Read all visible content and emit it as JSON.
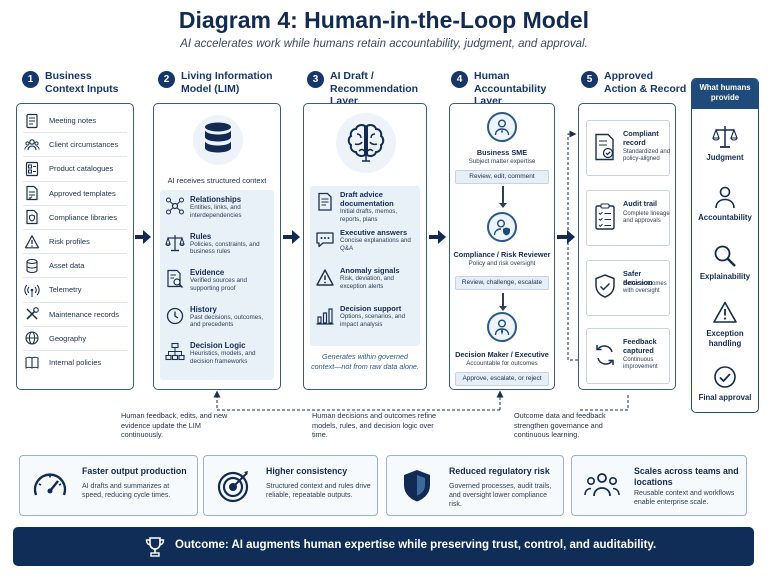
{
  "header": {
    "title": "Diagram 4: Human-in-the-Loop Model",
    "subtitle": "AI accelerates work while humans retain accountability, judgment, and approval."
  },
  "columns": [
    {
      "number": "1",
      "title": "Business Context Inputs"
    },
    {
      "number": "2",
      "title": "Living Information Model (LIM)"
    },
    {
      "number": "3",
      "title": "AI Draft / Recommendation Layer"
    },
    {
      "number": "4",
      "title": "Human Accountability Layer"
    },
    {
      "number": "5",
      "title": "Approved Action & Record"
    }
  ],
  "inputs": [
    {
      "label": "Meeting notes",
      "icon": "notes-icon"
    },
    {
      "label": "Client circumstances",
      "icon": "people-icon"
    },
    {
      "label": "Product catalogues",
      "icon": "catalogue-icon"
    },
    {
      "label": "Approved templates",
      "icon": "template-icon"
    },
    {
      "label": "Compliance libraries",
      "icon": "compliance-icon"
    },
    {
      "label": "Risk profiles",
      "icon": "warning-icon"
    },
    {
      "label": "Asset data",
      "icon": "database-icon"
    },
    {
      "label": "Telemetry",
      "icon": "telemetry-icon"
    },
    {
      "label": "Maintenance records",
      "icon": "tools-icon"
    },
    {
      "label": "Geography",
      "icon": "globe-icon"
    },
    {
      "label": "Internal policies",
      "icon": "book-icon"
    }
  ],
  "lim": {
    "caption": "AI receives structured context",
    "items": [
      {
        "title": "Relationships",
        "sub": "Entities, links, and interdependencies",
        "icon": "network-icon"
      },
      {
        "title": "Rules",
        "sub": "Policies, constraints, and business rules",
        "icon": "scales-icon"
      },
      {
        "title": "Evidence",
        "sub": "Verified sources and supporting proof",
        "icon": "evidence-icon"
      },
      {
        "title": "History",
        "sub": "Past decisions, outcomes, and precedents",
        "icon": "clock-icon"
      },
      {
        "title": "Decision Logic",
        "sub": "Heuristics, models, and decision frameworks",
        "icon": "hierarchy-icon"
      }
    ]
  },
  "drafts": {
    "items": [
      {
        "title": "Draft advice documentation",
        "sub": "Initial drafts, memos, reports, plans",
        "icon": "document-icon"
      },
      {
        "title": "Executive answers",
        "sub": "Concise explanations and Q&A",
        "icon": "chat-icon"
      },
      {
        "title": "Anomaly signals",
        "sub": "Risk, deviation, and exception alerts",
        "icon": "alert-icon"
      },
      {
        "title": "Decision support",
        "sub": "Options, scenarios, and impact analysis",
        "icon": "bar-chart-icon"
      }
    ],
    "note": "Generates within governed context—not from raw data alone."
  },
  "roles": [
    {
      "title": "Business SME",
      "sub": "Subject matter expertise",
      "action": "Review, edit, comment"
    },
    {
      "title": "Compliance / Risk Reviewer",
      "sub": "Policy and risk oversight",
      "action": "Review, challenge, escalate"
    },
    {
      "title": "Decision Maker / Executive",
      "sub": "Accountable for outcomes",
      "action": "Approve, escalate, or reject"
    }
  ],
  "outputs": [
    {
      "title": "Compliant record",
      "sub": "Standardized and policy-aligned",
      "icon": "record-icon"
    },
    {
      "title": "Audit trail",
      "sub": "Complete lineage and approvals",
      "icon": "checklist-icon"
    },
    {
      "title": "Safer decision",
      "sub": "Better outcomes with oversight",
      "icon": "shield-icon"
    },
    {
      "title": "Feedback captured",
      "sub": "Continuous improvement",
      "icon": "cycle-icon"
    }
  ],
  "humans_provide": {
    "title": "What humans provide",
    "items": [
      {
        "label": "Judgment",
        "icon": "scales-icon"
      },
      {
        "label": "Accountability",
        "icon": "person-icon"
      },
      {
        "label": "Explainability",
        "icon": "magnifier-icon"
      },
      {
        "label": "Exception handling",
        "icon": "warning-icon"
      },
      {
        "label": "Final approval",
        "icon": "check-icon"
      }
    ]
  },
  "feedback": {
    "left": "Human feedback, edits, and new evidence update the LIM continuously.",
    "middle": "Human decisions and outcomes refine models, rules, and decision logic over time.",
    "right": "Outcome data and feedback strengthen governance and continuous learning."
  },
  "benefits": [
    {
      "title": "Faster output production",
      "sub": "AI drafts and summarizes at speed, reducing cycle times.",
      "icon": "speedometer-icon"
    },
    {
      "title": "Higher consistency",
      "sub": "Structured context and rules drive reliable, repeatable outputs.",
      "icon": "target-icon"
    },
    {
      "title": "Reduced regulatory risk",
      "sub": "Governed processes, audit trails, and oversight lower compliance risk.",
      "icon": "shield-icon"
    },
    {
      "title": "Scales across teams and locations",
      "sub": "Reusable context and workflows enable enterprise scale.",
      "icon": "team-icon"
    }
  ],
  "outcome": {
    "text": "Outcome: AI augments human expertise while preserving trust, control, and auditability.",
    "icon": "trophy-icon"
  },
  "colors": {
    "navy": "#132b52",
    "accent": "#1f4b7a",
    "panel_fill": "#e8f0f8"
  }
}
